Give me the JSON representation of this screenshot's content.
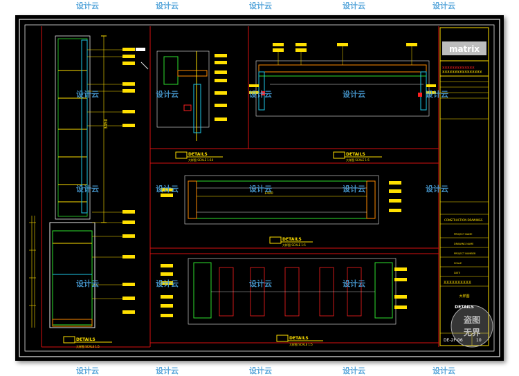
{
  "watermark": {
    "text": "设计云"
  },
  "drawing": {
    "details_label": "DETAILS",
    "scale_labels": [
      "大样图 SCALE 1:5",
      "大样图 SCALE 1:10",
      "大样图 SCALE 1:5",
      "大样图 SCALE 1:5",
      "大样图 SCALE 1:5"
    ],
    "dimension_vertical": "3450",
    "dimension_horizontal": "1400"
  },
  "title_block": {
    "logo": "matrix",
    "project_lines": [
      "某某某某某某某某某某某某某",
      "某某某某某某某某某某某某某某某某"
    ],
    "section_label": "CONSTRUCTION DRAWINGS",
    "field_labels": [
      "PROJECT NAME",
      "DRAWING NAME",
      "PROJECT NUMBER",
      "SCALE",
      "DATE"
    ],
    "chinese_title": "某某某某某某某某某某",
    "chinese_sub": "大样图",
    "drawing_title": "DETAILS",
    "drawing_no": "DE-2F-06",
    "sheet_no": "10"
  },
  "overlay": {
    "stamp_line1": "盗图",
    "stamp_line2": "无界"
  }
}
